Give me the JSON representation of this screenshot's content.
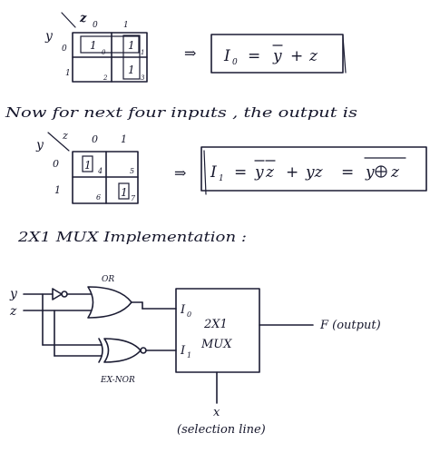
{
  "kmap1": {
    "var_col": "z",
    "var_row": "y",
    "col_headers": [
      "0",
      "1"
    ],
    "row_headers": [
      "0",
      "1"
    ],
    "cells": [
      {
        "value": "1",
        "index": "0"
      },
      {
        "value": "1",
        "index": "1"
      },
      {
        "value": "",
        "index": "2"
      },
      {
        "value": "1",
        "index": "3"
      }
    ],
    "arrow": "⇒",
    "equation": {
      "lhs": "I",
      "sub": "0",
      "eq": "=",
      "y": "y",
      "plus": "+",
      "z": "z"
    }
  },
  "sentence": "Now for next four inputs , the output is",
  "kmap2": {
    "var_col": "z",
    "var_row": "y",
    "col_headers": [
      "0",
      "1"
    ],
    "row_headers": [
      "0",
      "1"
    ],
    "cells": [
      {
        "value": "1",
        "index": "4"
      },
      {
        "value": "",
        "index": "5"
      },
      {
        "value": "",
        "index": "6"
      },
      {
        "value": "1",
        "index": "7"
      }
    ],
    "arrow": "⇒",
    "equation": {
      "lhs": "I",
      "sub": "1",
      "eq1": "=",
      "term1_y": "y",
      "term1_z": "z",
      "plus": "+",
      "term2": "yz",
      "eq2": "=",
      "xnor_y": "y",
      "xnor_z": "z"
    }
  },
  "heading": "2X1 MUX Implementation :",
  "circuit": {
    "input_y": "y",
    "input_z": "z",
    "gate_or_label": "OR",
    "gate_xnor_label": "EX-NOR",
    "mux_in0": "I",
    "mux_in0_sub": "0",
    "mux_in1": "I",
    "mux_in1_sub": "1",
    "mux_title": "2X1",
    "mux_word": "MUX",
    "output_label": "F (output)",
    "select_var": "x",
    "select_label": "(selection line)"
  }
}
